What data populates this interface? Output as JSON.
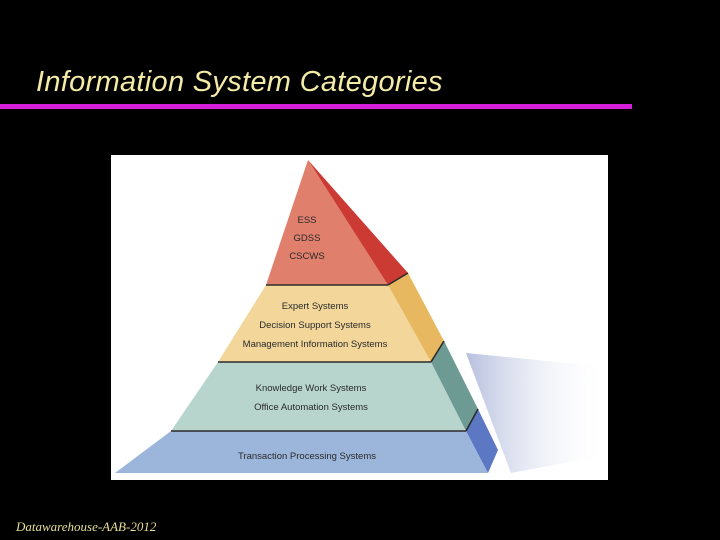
{
  "title": "Information System Categories",
  "footer": "Datawarehouse-AAB-2012",
  "colors": {
    "title_text": "#f3eba6",
    "title_rule": "#d51ed8",
    "footer_text": "#e9df94",
    "tier_top": "#e07f6c",
    "tier_management": "#f2d69a",
    "tier_knowledge": "#b8d5cd",
    "tier_transaction": "#9cb5da"
  },
  "pyramid": {
    "tiers": [
      {
        "name": "executive",
        "labels": [
          "ESS",
          "GDSS",
          "CSCWS"
        ]
      },
      {
        "name": "management",
        "labels": [
          "Expert Systems",
          "Decision Support Systems",
          "Management Information Systems"
        ]
      },
      {
        "name": "knowledge",
        "labels": [
          "Knowledge Work Systems",
          "Office Automation Systems"
        ]
      },
      {
        "name": "transaction",
        "labels": [
          "Transaction Processing Systems"
        ]
      }
    ]
  }
}
